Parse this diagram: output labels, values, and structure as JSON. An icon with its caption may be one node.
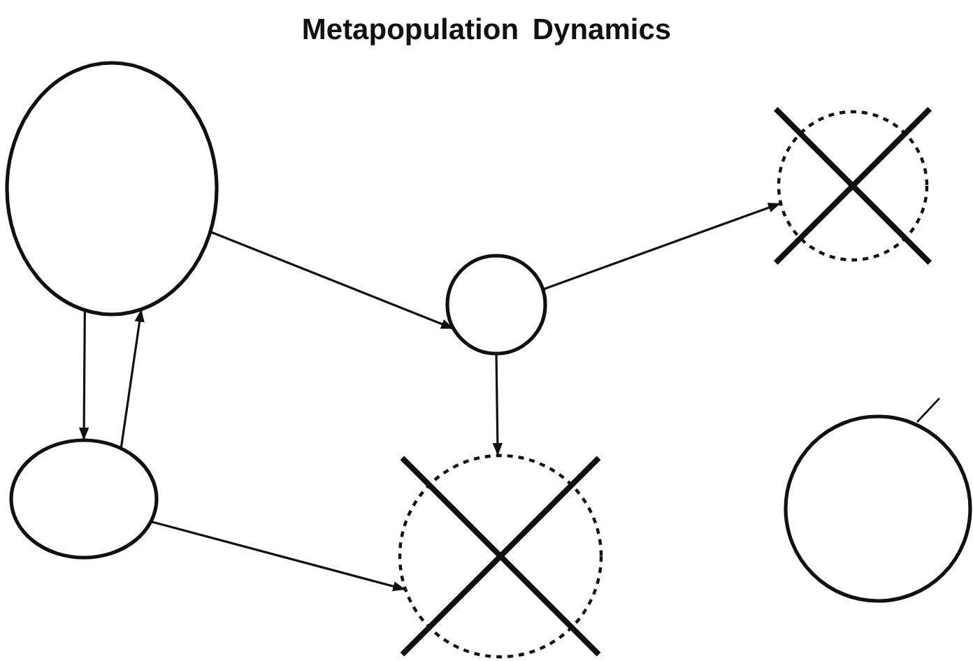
{
  "diagram": {
    "title": "Metapopulation Dynamics",
    "nodes": [
      {
        "text": [],
        "shape": "circle"
      },
      {
        "text": [],
        "shape": "circle"
      },
      {
        "text": [],
        "shape": "circle"
      },
      {
        "text": [],
        "shape": "circle"
      },
      {
        "text": [],
        "shape": "circle"
      },
      {
        "text": [],
        "shape": "circle"
      }
    ],
    "edges": [
      {
        "from": 0,
        "to": 1,
        "arrow": "to"
      },
      {
        "from": 1,
        "to": 2,
        "arrow": "to"
      },
      {
        "from": 0,
        "to": 3,
        "arrow": "to"
      },
      {
        "from": 3,
        "to": 0,
        "arrow": "to"
      },
      {
        "from": 1,
        "to": 4,
        "arrow": "to"
      },
      {
        "from": 3,
        "to": 4,
        "arrow": "to"
      }
    ]
  }
}
